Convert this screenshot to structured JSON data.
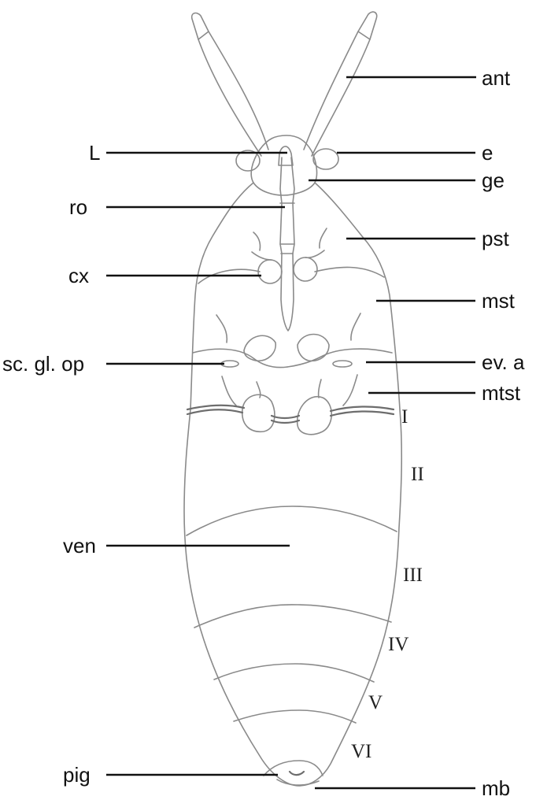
{
  "labels": {
    "ant": "ant",
    "e": "e",
    "ge": "ge",
    "pst": "pst",
    "mst": "mst",
    "ev_a": "ev. a",
    "mtst": "mtst",
    "L": "L",
    "ro": "ro",
    "cx": "cx",
    "sc_gl_op": "sc. gl. op",
    "ven": "ven",
    "pig": "pig",
    "mb": "mb"
  },
  "segments": {
    "I": "I",
    "II": "II",
    "III": "III",
    "IV": "IV",
    "V": "V",
    "VI": "VI"
  },
  "colors": {
    "drawing_line": "#8a8a8a",
    "leader_line": "#111111",
    "text": "#111111"
  }
}
